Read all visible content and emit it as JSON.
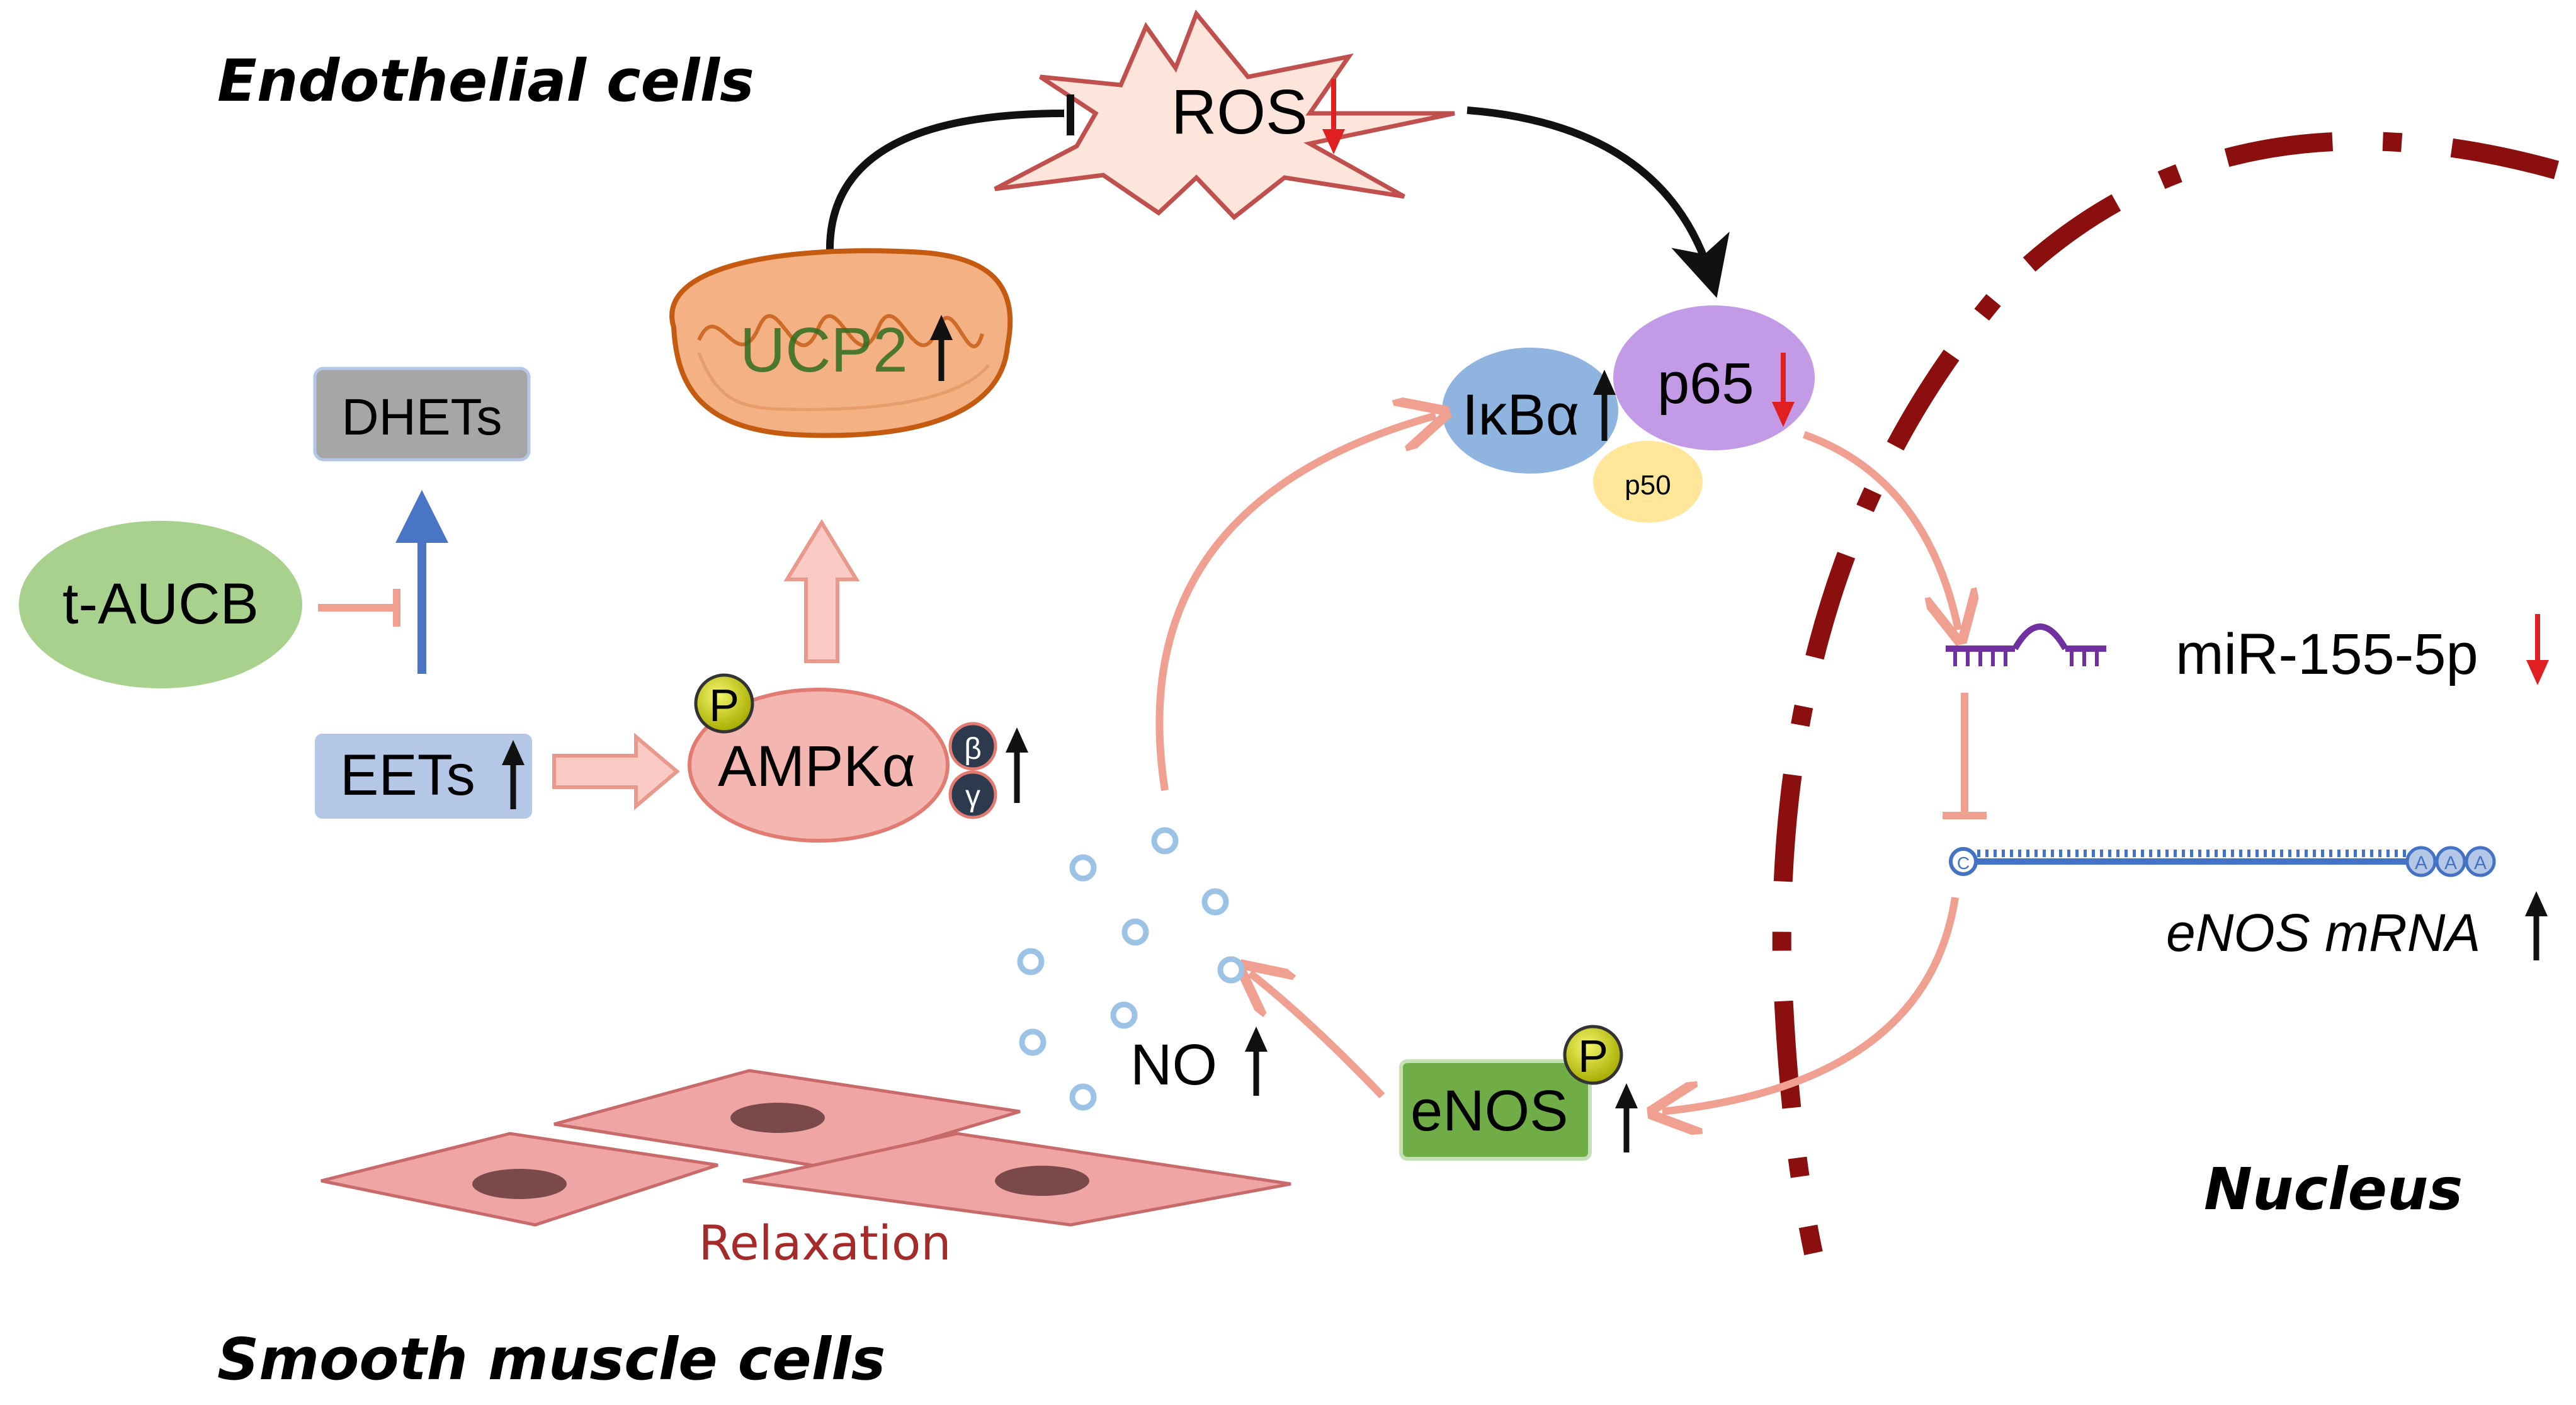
{
  "regions": {
    "endothelial": "Endothelial cells",
    "smooth_muscle": "Smooth muscle cells",
    "nucleus": "Nucleus",
    "relaxation": "Relaxation"
  },
  "nodes": {
    "ros": "ROS",
    "ucp2": "UCP2",
    "dhets": "DHETs",
    "t_aucb": "t-AUCB",
    "eets": "EETs",
    "ampk": "AMPKα",
    "ampk_p": "P",
    "ampk_beta": "β",
    "ampk_gamma": "γ",
    "ikba": "IκBα",
    "p65": "p65",
    "p50": "p50",
    "mir": "miR-155-5p",
    "enos_mrna": "eNOS mRNA",
    "mrna_cap": "C",
    "mrna_tail": [
      "A",
      "A",
      "A"
    ],
    "enos": "eNOS",
    "enos_p": "P",
    "no": "NO"
  },
  "colors": {
    "salmon_arrow": "#f0a090",
    "black_arrow": "#111111",
    "blue_arrow": "#4a74c4",
    "down_arrow_red": "#e02020",
    "nucleus_line": "#8b0f0f",
    "ros_fill": "#fde5dc",
    "dhets_fill": "#a6a6a6",
    "t_aucb_fill": "#a9d18e",
    "eets_fill": "#b4c7e7",
    "ampk_fill": "#f4b6b1",
    "ikba_fill": "#8fb4e0",
    "p65_fill": "#c39ae6",
    "p50_fill": "#ffe699",
    "enos_fill": "#70ad47",
    "mitochondria_fill": "#f4b183",
    "smooth_muscle_fill": "#f0a5a5",
    "no_dot": "#9cc3e6",
    "mir_color": "#7030a0",
    "mrna_color": "#4472c4"
  },
  "icons": {
    "up": "up-arrow-icon",
    "down": "down-arrow-icon",
    "inhibit": "inhibition-bar-icon",
    "mitochondria": "mitochondria-icon",
    "microrna": "microrna-icon",
    "mrna": "mrna-icon",
    "smooth_muscle_cell": "smooth-muscle-cell-icon",
    "no_molecule": "no-molecule-dot-icon"
  }
}
